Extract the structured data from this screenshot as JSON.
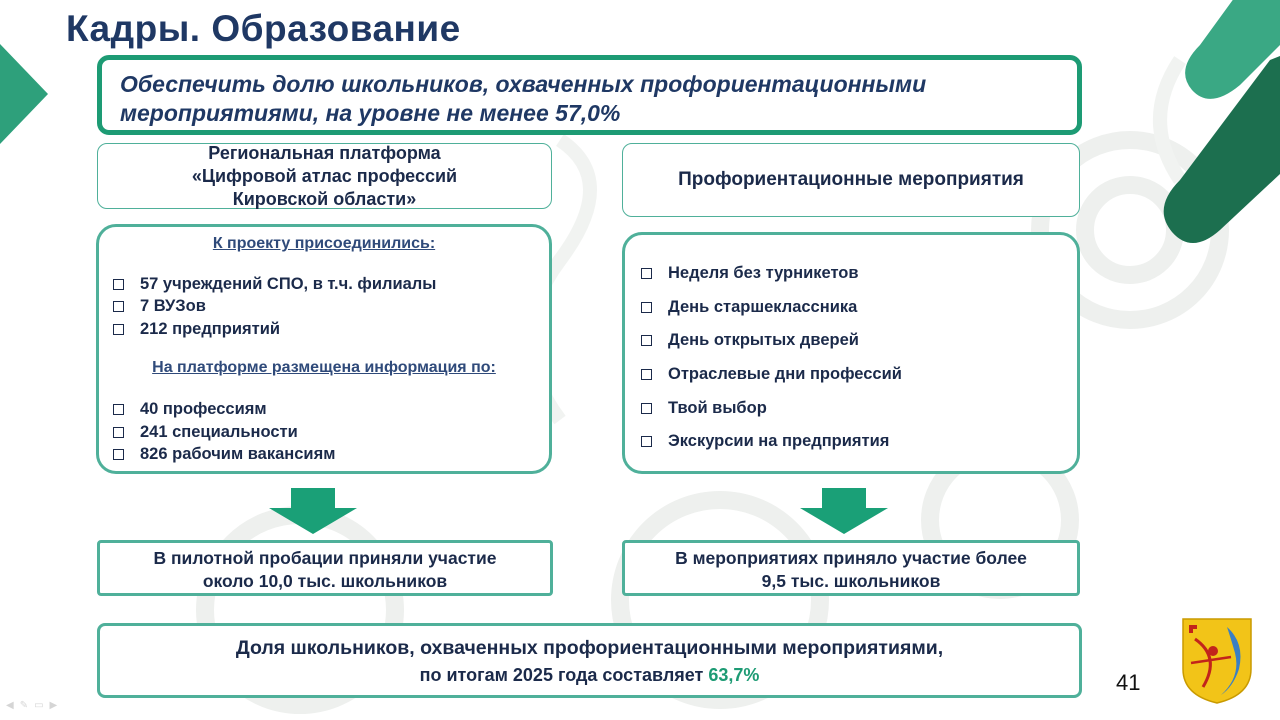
{
  "title": "Кадры. Образование",
  "goal": {
    "text": "Обеспечить  долю школьников, охваченных профориентационными мероприятиями, на уровне не менее 57,0%"
  },
  "left_header": {
    "line1": "Региональная платформа",
    "line2": "«Цифровой атлас профессий",
    "line3": "Кировской области»"
  },
  "right_header": {
    "text": "Профориентационные мероприятия"
  },
  "left_panel": {
    "joined_heading": "К проекту присоединились:",
    "joined_items": [
      "57 учреждений СПО, в т.ч. филиалы",
      "7 ВУЗов",
      "212 предприятий"
    ],
    "info_heading": "На платформе размещена информация  по:",
    "info_items": [
      "40 профессиям",
      "241 специальности",
      "826 рабочим вакансиям"
    ]
  },
  "right_panel": {
    "items": [
      "Неделя без турникетов",
      "День старшеклассника",
      "День открытых дверей",
      "Отраслевые дни профессий",
      "Твой выбор",
      "Экскурсии на предприятия"
    ]
  },
  "left_result": {
    "line1": "В пилотной пробации приняли участие",
    "line2": "около 10,0 тыс. школьников"
  },
  "right_result": {
    "line1": "В мероприятиях приняло участие более",
    "line2": "9,5 тыс. школьников"
  },
  "final": {
    "line1": "Доля школьников, охваченных профориентационными мероприятиями,",
    "line2_prefix": "по итогам 2025 года составляет ",
    "value": "63,7%"
  },
  "page_number": "41",
  "colors": {
    "accent_green": "#1d9b74",
    "border_teal": "#4fb09a",
    "title_navy": "#1f3864",
    "text_dark": "#1b2a4a"
  },
  "icons": [
    "checkbox-icon",
    "down-arrow-icon",
    "coat-of-arms-icon"
  ]
}
